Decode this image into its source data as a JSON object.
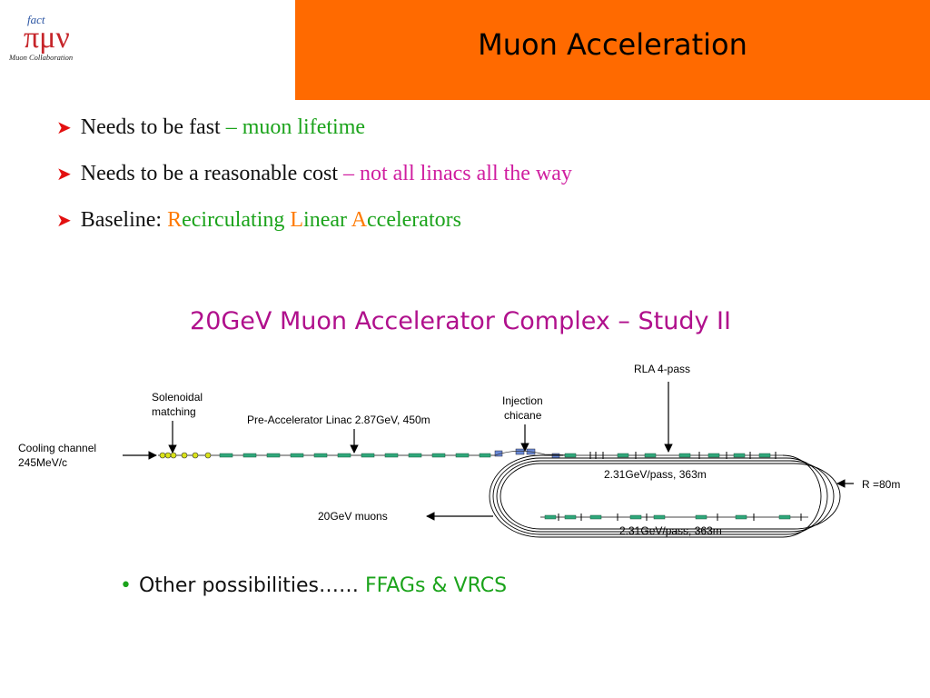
{
  "logo": {
    "top": "fact",
    "greek": "πμν",
    "caption": "Muon Collaboration"
  },
  "title": "Muon Acceleration",
  "bullets": [
    {
      "text": "Needs to be fast ",
      "accent": "– muon lifetime"
    },
    {
      "text": "Needs to be a reasonable cost ",
      "accent": "– not all linacs all the way"
    },
    {
      "prefix": "Baseline: ",
      "parts": [
        "R",
        "ecirculating ",
        "L",
        "inear ",
        "A",
        "ccelerators"
      ]
    }
  ],
  "diagram": {
    "heading": "20GeV Muon Accelerator Complex – Study II",
    "labels": {
      "cooling1": "Cooling channel",
      "cooling2": "245MeV/c",
      "sol1": "Solenoidal",
      "sol2": "matching",
      "prelinac": "Pre-Accelerator Linac 2.87GeV, 450m",
      "inj1": "Injection",
      "inj2": "chicane",
      "rla": "RLA 4-pass",
      "top_linac": "2.31GeV/pass, 363m",
      "bottom_linac": "2.31GeV/pass, 363m",
      "radius": "R =80m",
      "muons": "20GeV muons"
    }
  },
  "other": {
    "text": "Other possibilities…… ",
    "accent": "FFAGs & VRCS"
  },
  "colors": {
    "title_bar": "#ff6a00",
    "green": "#1ba31b",
    "magenta": "#d01ea0",
    "orange": "#ff7a00",
    "bullet_arrow": "#e31010"
  }
}
